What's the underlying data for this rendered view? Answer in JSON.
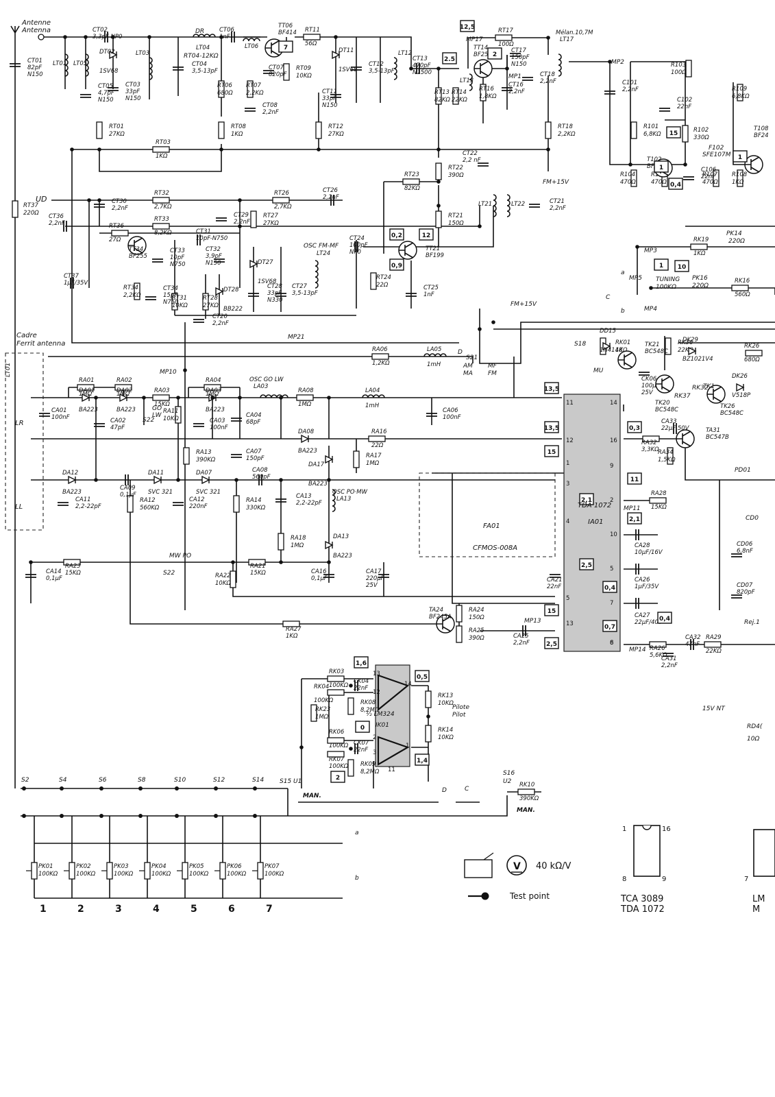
{
  "antenna": {
    "label_fr": "Antenne",
    "label_en": "Antenna"
  },
  "cadre": {
    "label_fr": "Cadre",
    "label_en": "Ferrit antenna"
  },
  "lt01_left": "LT01",
  "resistors": [
    {
      "ref": "RT37",
      "value": "220Ω"
    },
    {
      "ref": "RT01",
      "value": "27KΩ"
    },
    {
      "ref": "RT03",
      "value": "1KΩ"
    },
    {
      "ref": "RT06",
      "value": "680Ω"
    },
    {
      "ref": "RT07",
      "value": "2,2KΩ"
    },
    {
      "ref": "RT08",
      "value": "1KΩ"
    },
    {
      "ref": "RT09",
      "value": "10KΩ"
    },
    {
      "ref": "RT11",
      "value": "56Ω"
    },
    {
      "ref": "RT12",
      "value": "27KΩ"
    },
    {
      "ref": "RT13",
      "value": "82KΩ"
    },
    {
      "ref": "RT14",
      "value": "22KΩ"
    },
    {
      "ref": "RT16",
      "value": "1,8KΩ"
    },
    {
      "ref": "RT17",
      "value": "100Ω"
    },
    {
      "ref": "RT18",
      "value": "2,2KΩ"
    },
    {
      "ref": "RT22",
      "value": "390Ω"
    },
    {
      "ref": "RT21",
      "value": "150Ω"
    },
    {
      "ref": "RT23",
      "value": "82KΩ"
    },
    {
      "ref": "RT24",
      "value": "22Ω"
    },
    {
      "ref": "RT32",
      "value": "2,7KΩ"
    },
    {
      "ref": "RT26",
      "value": "2,7KΩ"
    },
    {
      "ref": "RT27",
      "value": "27KΩ"
    },
    {
      "ref": "RT33",
      "value": "8,2KΩ"
    },
    {
      "ref": "RT36",
      "value": "27Ω"
    },
    {
      "ref": "RT34",
      "value": "2,2KΩ"
    },
    {
      "ref": "RT31",
      "value": "10KΩ"
    },
    {
      "ref": "RT28",
      "value": "27KΩ"
    },
    {
      "ref": "RA01",
      "value": "1MΩ"
    },
    {
      "ref": "RA02",
      "value": "1MΩ"
    },
    {
      "ref": "RA03",
      "value": "15KΩ"
    },
    {
      "ref": "RA04",
      "value": "1MΩ"
    },
    {
      "ref": "RA06",
      "value": "1,2KΩ"
    },
    {
      "ref": "RA08",
      "value": "1MΩ"
    },
    {
      "ref": "RA16",
      "value": "22Ω"
    },
    {
      "ref": "RA17",
      "value": "1MΩ"
    },
    {
      "ref": "RA11",
      "value": "10KΩ"
    },
    {
      "ref": "RA13",
      "value": "390KΩ"
    },
    {
      "ref": "RA12",
      "value": "560KΩ"
    },
    {
      "ref": "RA14",
      "value": "330KΩ"
    },
    {
      "ref": "RA18",
      "value": "1MΩ"
    },
    {
      "ref": "RA23",
      "value": "15KΩ"
    },
    {
      "ref": "RA21",
      "value": "15KΩ"
    },
    {
      "ref": "RA22",
      "value": "10KΩ"
    },
    {
      "ref": "RA27",
      "value": "1KΩ"
    },
    {
      "ref": "RA24",
      "value": "150Ω"
    },
    {
      "ref": "RA25",
      "value": "390Ω"
    },
    {
      "ref": "RA28",
      "value": "15KΩ"
    },
    {
      "ref": "RA32",
      "value": "3,3KΩ"
    },
    {
      "ref": "RA34",
      "value": "1,5KΩ"
    },
    {
      "ref": "RA26",
      "value": "5,6KΩ"
    },
    {
      "ref": "RA29",
      "value": "22KΩ"
    },
    {
      "ref": "R103",
      "value": "100Ω"
    },
    {
      "ref": "R109",
      "value": "6,8KΩ"
    },
    {
      "ref": "R101",
      "value": "6,8KΩ"
    },
    {
      "ref": "R102",
      "value": "330Ω"
    },
    {
      "ref": "R104",
      "value": "470Ω"
    },
    {
      "ref": "R106",
      "value": "470Ω"
    },
    {
      "ref": "R107",
      "value": "470Ω"
    },
    {
      "ref": "R108",
      "value": "1KΩ"
    },
    {
      "ref": "RK19",
      "value": "1KΩ"
    },
    {
      "ref": "RK16",
      "value": "560Ω"
    },
    {
      "ref": "RK01",
      "value": "1KΩ"
    },
    {
      "ref": "RK36",
      "value": "22KΩ"
    },
    {
      "ref": "RK26",
      "value": "680Ω"
    },
    {
      "ref": "RK03",
      "value": "100KΩ"
    },
    {
      "ref": "RK04",
      "value": "100KΩ"
    },
    {
      "ref": "RK08",
      "value": "8,2MΩ"
    },
    {
      "ref": "RK06",
      "value": "100KΩ"
    },
    {
      "ref": "RK07",
      "value": "100KΩ"
    },
    {
      "ref": "RK09",
      "value": "8,2MΩ"
    },
    {
      "ref": "RK13",
      "value": "10KΩ"
    },
    {
      "ref": "RK14",
      "value": "10KΩ"
    },
    {
      "ref": "RK10",
      "value": "390KΩ"
    },
    {
      "ref": "RK23",
      "value": "1MΩ"
    }
  ],
  "capacitors": [
    {
      "ref": "CT01",
      "value": "82pF",
      "extra": "N150"
    },
    {
      "ref": "CT02",
      "value": "3,3pF NP0"
    },
    {
      "ref": "CT05",
      "value": "4,7pF",
      "extra": "N150"
    },
    {
      "ref": "CT03",
      "value": "33pF",
      "extra": "N150"
    },
    {
      "ref": "CT04",
      "value": "3,5-13pF"
    },
    {
      "ref": "CT06",
      "value": "1nF"
    },
    {
      "ref": "CT08",
      "value": "2,2nF"
    },
    {
      "ref": "CT07",
      "value": "820pF"
    },
    {
      "ref": "CT11",
      "value": "33pF",
      "extra": "N150"
    },
    {
      "ref": "CT12",
      "value": "3,5-13pF"
    },
    {
      "ref": "CT13",
      "value": "470pF",
      "extra": "N1500"
    },
    {
      "ref": "CT17",
      "value": "150pF",
      "extra": "N150"
    },
    {
      "ref": "CT16",
      "value": "2,2nF"
    },
    {
      "ref": "CT18",
      "value": "2,2nF"
    },
    {
      "ref": "CT22",
      "value": "2,2 nF"
    },
    {
      "ref": "CT26",
      "value": "2,2nF"
    },
    {
      "ref": "CT30",
      "value": "2,2nF"
    },
    {
      "ref": "CT36",
      "value": "2,2nF"
    },
    {
      "ref": "CT29",
      "value": "2,2nF"
    },
    {
      "ref": "CT31",
      "value": "10pF-N750"
    },
    {
      "ref": "CT32",
      "value": "3,9pF",
      "extra": "N150"
    },
    {
      "ref": "CT33",
      "value": "10pF",
      "extra": "N750"
    },
    {
      "ref": "CT34",
      "value": "15pF",
      "extra": "N750"
    },
    {
      "ref": "CT37",
      "value": "1µF/35V"
    },
    {
      "ref": "CT28",
      "value": "33pF",
      "extra": "N330"
    },
    {
      "ref": "CT27",
      "value": "3,5-13pF"
    },
    {
      "ref": "CT24",
      "value": "100pF",
      "extra": "NP0"
    },
    {
      "ref": "CT25",
      "value": "1nF"
    },
    {
      "ref": "CT21",
      "value": "2,2nF"
    },
    {
      "ref": "CT20",
      "value": "2,2nF"
    },
    {
      "ref": "C101",
      "value": "2,2nF"
    },
    {
      "ref": "C102",
      "value": "22nF"
    },
    {
      "ref": "C106",
      "value": "22nF"
    },
    {
      "ref": "CA01",
      "value": "100nF"
    },
    {
      "ref": "CA02",
      "value": "47pF"
    },
    {
      "ref": "CA03",
      "value": "100nF"
    },
    {
      "ref": "CA04",
      "value": "68pF"
    },
    {
      "ref": "CA06",
      "value": "100nF"
    },
    {
      "ref": "CA07",
      "value": "150pF"
    },
    {
      "ref": "CA08",
      "value": "560pF"
    },
    {
      "ref": "CA09",
      "value": "0,1µF"
    },
    {
      "ref": "CA11",
      "value": "2,2-22pF"
    },
    {
      "ref": "CA12",
      "value": "220nF"
    },
    {
      "ref": "CA13",
      "value": "2,2-22pF"
    },
    {
      "ref": "CA14",
      "value": "0,1µF"
    },
    {
      "ref": "CA16",
      "value": "0,1µF"
    },
    {
      "ref": "CA17",
      "value": "220µF",
      "extra": "25V"
    },
    {
      "ref": "CA21",
      "value": "22nF"
    },
    {
      "ref": "CA25",
      "value": "2,2nF"
    },
    {
      "ref": "CA26",
      "value": "1µF/35V"
    },
    {
      "ref": "CA27",
      "value": "22µF/40V"
    },
    {
      "ref": "CA28",
      "value": "10µF/16V"
    },
    {
      "ref": "CA31",
      "value": "2,2nF"
    },
    {
      "ref": "CA32",
      "value": "47nF"
    },
    {
      "ref": "CA33",
      "value": "22µF 50V"
    },
    {
      "ref": "CK04",
      "value": "22nF"
    },
    {
      "ref": "CK07",
      "value": "22nF"
    },
    {
      "ref": "CK06",
      "value": "100µF",
      "extra": "25V"
    },
    {
      "ref": "CD06",
      "value": "6,8nF"
    },
    {
      "ref": "CD07",
      "value": "820pF"
    }
  ],
  "inductors": [
    {
      "ref": "LT01"
    },
    {
      "ref": "LT05"
    },
    {
      "ref": "LT03"
    },
    {
      "ref": "LT04"
    },
    {
      "ref": "LT06"
    },
    {
      "ref": "LT12"
    },
    {
      "ref": "LT13"
    },
    {
      "ref": "LT17",
      "note": "Mélan.10,7M"
    },
    {
      "ref": "LT21"
    },
    {
      "ref": "LT22"
    },
    {
      "ref": "LT24"
    },
    {
      "ref": "LA03",
      "note": "OSC GO LW"
    },
    {
      "ref": "LA04",
      "value": "1mH"
    },
    {
      "ref": "LA05",
      "value": "1mH"
    },
    {
      "ref": "LA13",
      "note": "OSC PO·MW"
    }
  ],
  "semis": [
    {
      "ref": "TT06",
      "type": "BF414"
    },
    {
      "ref": "TT14",
      "type": "BF255"
    },
    {
      "ref": "TT21",
      "type": "BF199"
    },
    {
      "ref": "TT34",
      "type": "BF255"
    },
    {
      "ref": "T102",
      "type": "BF240"
    },
    {
      "ref": "T108",
      "type": "BF24"
    },
    {
      "ref": "TK21",
      "type": "BC548C"
    },
    {
      "ref": "TK20",
      "type": "BC548C"
    },
    {
      "ref": "TK26",
      "type": "BC548C"
    },
    {
      "ref": "TA31",
      "type": "BC547B"
    },
    {
      "ref": "TA24",
      "type": "BF245A"
    },
    {
      "ref": "DT02",
      "type": "1SV68"
    },
    {
      "ref": "DT11",
      "type": "1SV68"
    },
    {
      "ref": "DT27",
      "type": "1SV68"
    },
    {
      "ref": "DT28",
      "type": "BB222"
    },
    {
      "ref": "DD15",
      "type": "1N4148"
    },
    {
      "ref": "DK29",
      "type": "BZ1021V4"
    },
    {
      "ref": "DK26",
      "type": "V518P"
    },
    {
      "ref": "DA01",
      "type": "BA223"
    },
    {
      "ref": "DA02",
      "type": "BA223"
    },
    {
      "ref": "DA03",
      "type": "BA223"
    },
    {
      "ref": "DA08",
      "type": "BA223"
    },
    {
      "ref": "DA17",
      "type": "BA223"
    },
    {
      "ref": "DA12",
      "type": "BA223"
    },
    {
      "ref": "DA11",
      "type": "SVC 321"
    },
    {
      "ref": "DA07",
      "type": "SVC 321"
    },
    {
      "ref": "DA13",
      "type": "BA223"
    }
  ],
  "misc_labels": {
    "dr": "DR",
    "rt04": "RT04-12KΩ",
    "fm15": "FM+15V",
    "fm15b": "FM+15V",
    "ud": "UD",
    "osc_fm": "OSC FM-MF",
    "mp21": "MP21",
    "mp10": "MP10",
    "mp1": "MP1",
    "mp2": "MP2",
    "mp3": "MP3",
    "mp4": "MP4",
    "mp5": "MP5",
    "mp11": "MP11",
    "mp13": "MP13",
    "mp14": "MP14",
    "mp17": "MP17",
    "s21": "S21",
    "am_ma": "AM",
    "ma": "MA",
    "mf": "MF",
    "fm": "FM",
    "s22": "S22",
    "go_lw": "GO",
    "lw": "LW",
    "mw_po": "MW PO",
    "lr": "LR",
    "ll": "LL",
    "fa01": "FA01",
    "cfmos": "CFMOS-008A",
    "tda_label": "TDA 1072",
    "ia01": "IA01",
    "tuning": "TUNING",
    "tuning_val": "100KΩ",
    "pk14": "PK14",
    "pk14v": "220Ω",
    "pk16": "PK16",
    "pk16v": "220Ω",
    "sfe": "SFE107M",
    "f102": "F102",
    "s18": "S18",
    "mu": "MU",
    "pilote_fr": "Pilote",
    "pilote_en": "Pilot",
    "lm324": "½ LM324",
    "ik01": "IK01",
    "s15u1": "S15 U1",
    "s16": "S16",
    "u2": "U2",
    "man1": "MAN.",
    "man2": "MAN.",
    "d1": "D",
    "d2": "D",
    "c1": "C",
    "c2": "C",
    "a1": "a",
    "a2": "a",
    "b1": "b",
    "b2": "b",
    "v15nt": "15V NT",
    "rd40": "RD4(",
    "rd40v": "10Ω",
    "pd01": "PD01",
    "cd01": "CD0",
    "rej": "Rej.1",
    "rk37": "RK37",
    "rk32": "RK32",
    "tk11": "TK1"
  },
  "switches": [
    "S2",
    "S4",
    "S6",
    "S8",
    "S10",
    "S12",
    "S14"
  ],
  "presets": [
    {
      "ref": "PK01",
      "value": "100KΩ",
      "num": "1"
    },
    {
      "ref": "PK02",
      "value": "100KΩ",
      "num": "2"
    },
    {
      "ref": "PK03",
      "value": "100KΩ",
      "num": "3"
    },
    {
      "ref": "PK04",
      "value": "100KΩ",
      "num": "4"
    },
    {
      "ref": "PK05",
      "value": "100KΩ",
      "num": "5"
    },
    {
      "ref": "PK06",
      "value": "100KΩ",
      "num": "6"
    },
    {
      "ref": "PK07",
      "value": "100KΩ",
      "num": "7"
    }
  ],
  "voltage_boxes": [
    "12,5",
    "2",
    "2.5",
    "7",
    "0,2",
    "0,9",
    "12",
    "1",
    "15",
    "0,4",
    "1",
    "10",
    "1",
    "13,5",
    "13,5",
    "15",
    "0,3",
    "11",
    "2,1",
    "2,1",
    "2,5",
    "0,4",
    "0,7",
    "15",
    "2,5",
    "0,4",
    "1,6",
    "0,5",
    "0",
    "1,4",
    "2"
  ],
  "ic_pins": [
    "11",
    "12",
    "1",
    "3",
    "4",
    "5",
    "13",
    "14",
    "16",
    "9",
    "2",
    "10",
    "5",
    "7",
    "8",
    "6"
  ],
  "lm_pins": [
    "13",
    "12",
    "14",
    "2",
    "3",
    "1",
    "11"
  ],
  "legend": {
    "meter": "40 kΩ/V",
    "meter_symbol": "V",
    "test_point": "Test point"
  },
  "ic_packages": [
    {
      "line1": "TCA 3089",
      "line2": "TDA 1072",
      "pin_tl": "1",
      "pin_tr": "16",
      "pin_bl": "8",
      "pin_br": "9"
    },
    {
      "line1": "LM",
      "line2": "M",
      "pin_bl": "7"
    }
  ]
}
